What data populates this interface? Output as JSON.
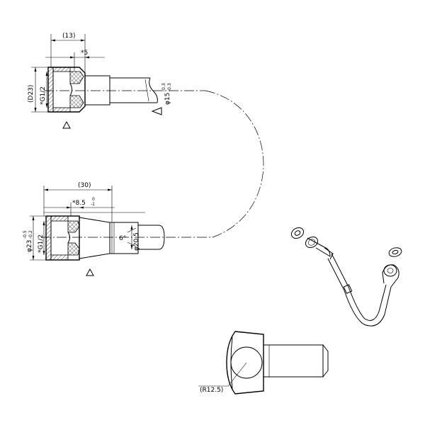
{
  "drawing": {
    "top_fitting": {
      "dim_length": "(13)",
      "dim_nut": "*5",
      "dim_outer_dia": "(D23)",
      "dim_thread": "*G1/2",
      "dim_tube_dia": "φ15",
      "dim_tube_tol_upper": "-0.3",
      "dim_tube_tol_lower": "-0.3"
    },
    "bottom_fitting": {
      "dim_length": "(30)",
      "dim_nut": "*8.5",
      "dim_nut_tol_upper": "0",
      "dim_nut_tol_lower": "-1",
      "dim_outer_dia": "φ23",
      "dim_outer_tol_upper": "-0.5",
      "dim_outer_tol_lower": "-0.2",
      "dim_thread": "*G1/2",
      "dim_angle": "6°",
      "dim_tip_dia": "φ20.5"
    },
    "elbow_detail": {
      "dim_radius": "(R12.5)"
    }
  },
  "colors": {
    "line": "#000000",
    "background": "#ffffff"
  }
}
